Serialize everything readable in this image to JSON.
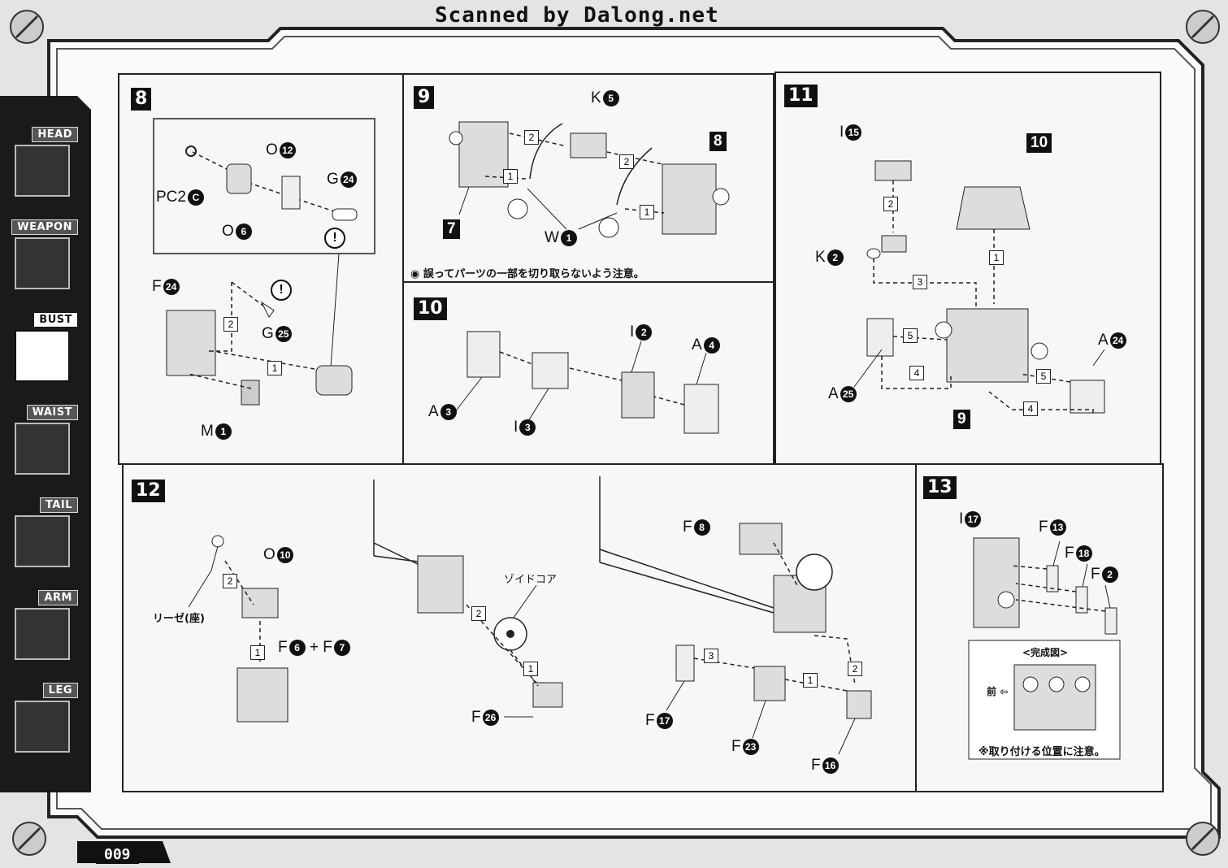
{
  "header": {
    "scan_credit": "Scanned by Dalong.net"
  },
  "sidebar": {
    "tabs": [
      {
        "label": "HEAD",
        "active": false
      },
      {
        "label": "WEAPON",
        "active": false
      },
      {
        "label": "BUST",
        "active": true
      },
      {
        "label": "WAIST",
        "active": false
      },
      {
        "label": "TAIL",
        "active": false
      },
      {
        "label": "ARM",
        "active": false
      },
      {
        "label": "LEG",
        "active": false
      }
    ]
  },
  "steps": {
    "s8": {
      "num": "8",
      "pc2": "PC2",
      "pc2_code": "C",
      "o12": "O",
      "o12_n": "12",
      "g24": "G",
      "g24_n": "24",
      "o6": "O",
      "o6_n": "6",
      "f24": "F",
      "f24_n": "24",
      "g25": "G",
      "g25_n": "25",
      "m1": "M",
      "m1_n": "1",
      "a1": "1",
      "a2": "2"
    },
    "s9": {
      "num": "9",
      "k5": "K",
      "k5_n": "5",
      "w1": "W",
      "w1_n": "1",
      "ref7": "7",
      "ref8": "8",
      "a1": "1",
      "a2": "2",
      "note": "誤ってパーツの一部を切り取らないよう注意。"
    },
    "s10": {
      "num": "10",
      "i2": "I",
      "i2_n": "2",
      "a4": "A",
      "a4_n": "4",
      "a3": "A",
      "a3_n": "3",
      "i3": "I",
      "i3_n": "3"
    },
    "s11": {
      "num": "11",
      "i15": "I",
      "i15_n": "15",
      "ref10": "10",
      "k2": "K",
      "k2_n": "2",
      "a24": "A",
      "a24_n": "24",
      "a25": "A",
      "a25_n": "25",
      "ref9": "9",
      "a1": "1",
      "a2": "2",
      "a3": "3",
      "a4": "4",
      "a5": "5"
    },
    "s12": {
      "num": "12",
      "o10": "O",
      "o10_n": "10",
      "rize": "リーゼ(座)",
      "f6": "F",
      "f6_n": "6",
      "plus": "+",
      "f7": "F",
      "f7_n": "7",
      "zoid_core": "ゾイドコア",
      "f26": "F",
      "f26_n": "26",
      "f8": "F",
      "f8_n": "8",
      "f17": "F",
      "f17_n": "17",
      "f23": "F",
      "f23_n": "23",
      "f16": "F",
      "f16_n": "16",
      "a1": "1",
      "a2": "2",
      "a3": "3"
    },
    "s13": {
      "num": "13",
      "i17": "I",
      "i17_n": "17",
      "f13": "F",
      "f13_n": "13",
      "f18": "F",
      "f18_n": "18",
      "f2": "F",
      "f2_n": "2",
      "complete_title": "<完成図>",
      "front": "前",
      "note": "※取り付ける位置に注意。"
    }
  },
  "footer": {
    "page_number": "009"
  }
}
